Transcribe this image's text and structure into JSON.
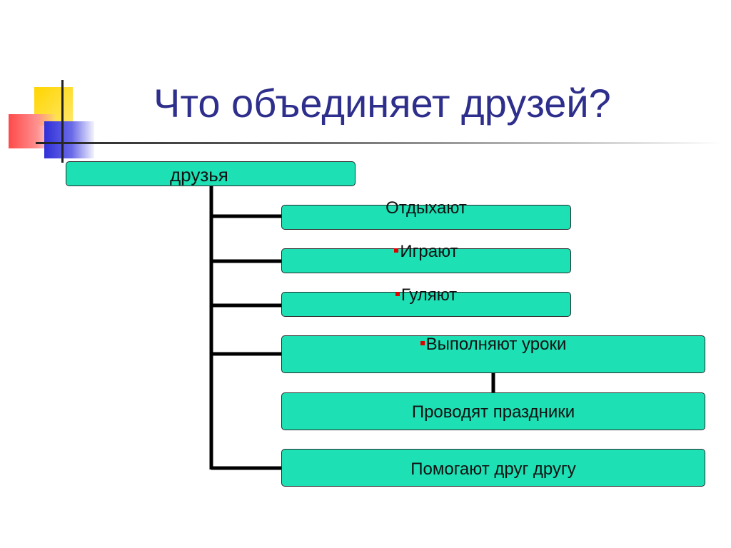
{
  "slide": {
    "title": "Что объединяет друзей?"
  },
  "diagram": {
    "root": "друзья",
    "children": [
      {
        "label": "Отдыхают",
        "bullet": false
      },
      {
        "label": "Играют",
        "bullet": true
      },
      {
        "label": "Гуляют",
        "bullet": true
      },
      {
        "label": "Выполняют уроки",
        "bullet": true
      },
      {
        "label": "Проводят праздники",
        "bullet": false
      },
      {
        "label": "Помогают друг другу",
        "bullet": false
      }
    ]
  },
  "colors": {
    "node_fill": "#1de0b4",
    "title": "#2e2e8c",
    "bullet": "#e00000",
    "connector": "#000000"
  }
}
